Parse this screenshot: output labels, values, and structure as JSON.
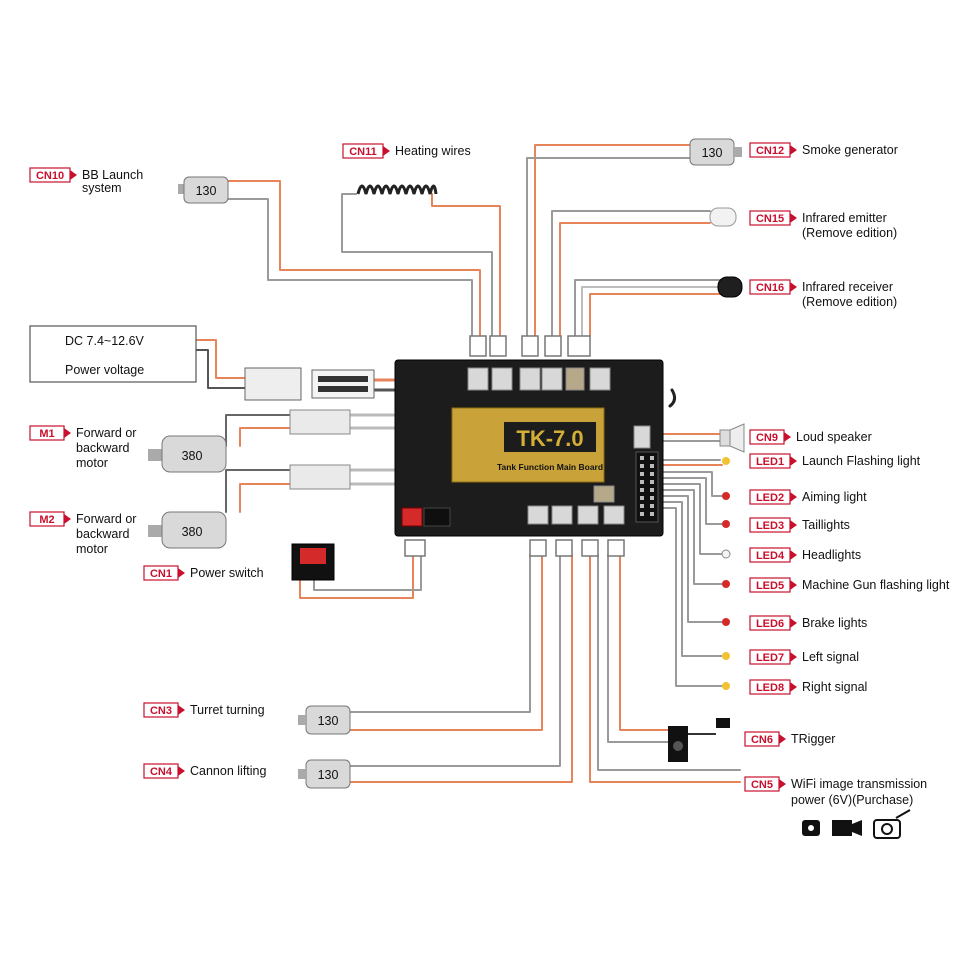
{
  "colors": {
    "accent": "#c8102e",
    "wire_orange": "#e8845a",
    "wire_gray": "#9a9a9a",
    "board": "#1c1c1c",
    "gold": "#c9a33a"
  },
  "board": {
    "model": "TK-7.0",
    "subtitle": "Tank Function Main Board"
  },
  "power": {
    "line1": "DC 7.4~12.6V",
    "line2": "Power voltage"
  },
  "motor_labels": {
    "m130": "130",
    "m380": "380"
  },
  "connections": [
    {
      "tag": "CN10",
      "lines": [
        "BB Launch",
        "system"
      ]
    },
    {
      "tag": "CN11",
      "lines": [
        "Heating wires"
      ]
    },
    {
      "tag": "CN12",
      "lines": [
        "Smoke generator"
      ]
    },
    {
      "tag": "CN15",
      "lines": [
        "Infrared emitter",
        "(Remove edition)"
      ]
    },
    {
      "tag": "CN16",
      "lines": [
        "Infrared receiver",
        "(Remove edition)"
      ]
    },
    {
      "tag": "M1",
      "lines": [
        "Forward or",
        "backward",
        "motor"
      ]
    },
    {
      "tag": "M2",
      "lines": [
        "Forward or",
        "backward",
        "motor"
      ]
    },
    {
      "tag": "CN1",
      "lines": [
        "Power switch"
      ]
    },
    {
      "tag": "CN9",
      "lines": [
        "Loud speaker"
      ]
    },
    {
      "tag": "LED1",
      "lines": [
        "Launch Flashing light"
      ]
    },
    {
      "tag": "LED2",
      "lines": [
        "Aiming light"
      ]
    },
    {
      "tag": "LED3",
      "lines": [
        "Taillights"
      ]
    },
    {
      "tag": "LED4",
      "lines": [
        "Headlights"
      ]
    },
    {
      "tag": "LED5",
      "lines": [
        "Machine Gun flashing light"
      ]
    },
    {
      "tag": "LED6",
      "lines": [
        "Brake lights"
      ]
    },
    {
      "tag": "LED7",
      "lines": [
        "Left signal"
      ]
    },
    {
      "tag": "LED8",
      "lines": [
        "Right signal"
      ]
    },
    {
      "tag": "CN3",
      "lines": [
        "Turret turning"
      ]
    },
    {
      "tag": "CN4",
      "lines": [
        "Cannon lifting"
      ]
    },
    {
      "tag": "CN6",
      "lines": [
        "TRigger"
      ]
    },
    {
      "tag": "CN5",
      "lines": [
        "WiFi image transmission",
        "power (6V)(Purchase)"
      ]
    }
  ]
}
